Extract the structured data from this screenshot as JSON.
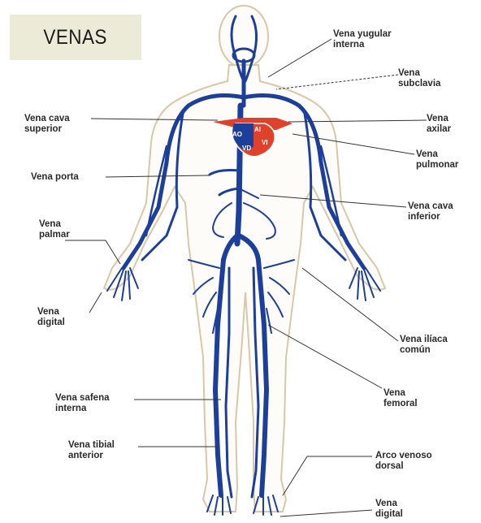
{
  "title": "VENAS",
  "colors": {
    "vein": "#1d3f9c",
    "vein_light": "#3a5fc4",
    "artery": "#e0412a",
    "body_outline": "#c8b89a",
    "body_fill": "#fdfcf8",
    "title_bg": "#ebebd8"
  },
  "heart_labels": {
    "ao": "AO",
    "ad": "AI",
    "vd": "VD",
    "vi": "VI"
  },
  "labels": {
    "yugular": "Vena yugular\ninterna",
    "subclavia": "Vena\nsubclavia",
    "cava_sup": "Vena cava\nsuperior",
    "axilar": "Vena\naxilar",
    "pulmonar": "Vena\npulmonar",
    "porta": "Vena porta",
    "cava_inf": "Vena cava\ninferior",
    "palmar": "Vena\npalmar",
    "digital_mano": "Vena\ndigital",
    "iliaca": "Vena ilíaca\ncomún",
    "femoral": "Vena\nfemoral",
    "safena": "Vena safena\ninterna",
    "tibial": "Vena tibial\nanterior",
    "arco": "Arco venoso\ndorsal",
    "digital_pie": "Vena\ndigital"
  }
}
